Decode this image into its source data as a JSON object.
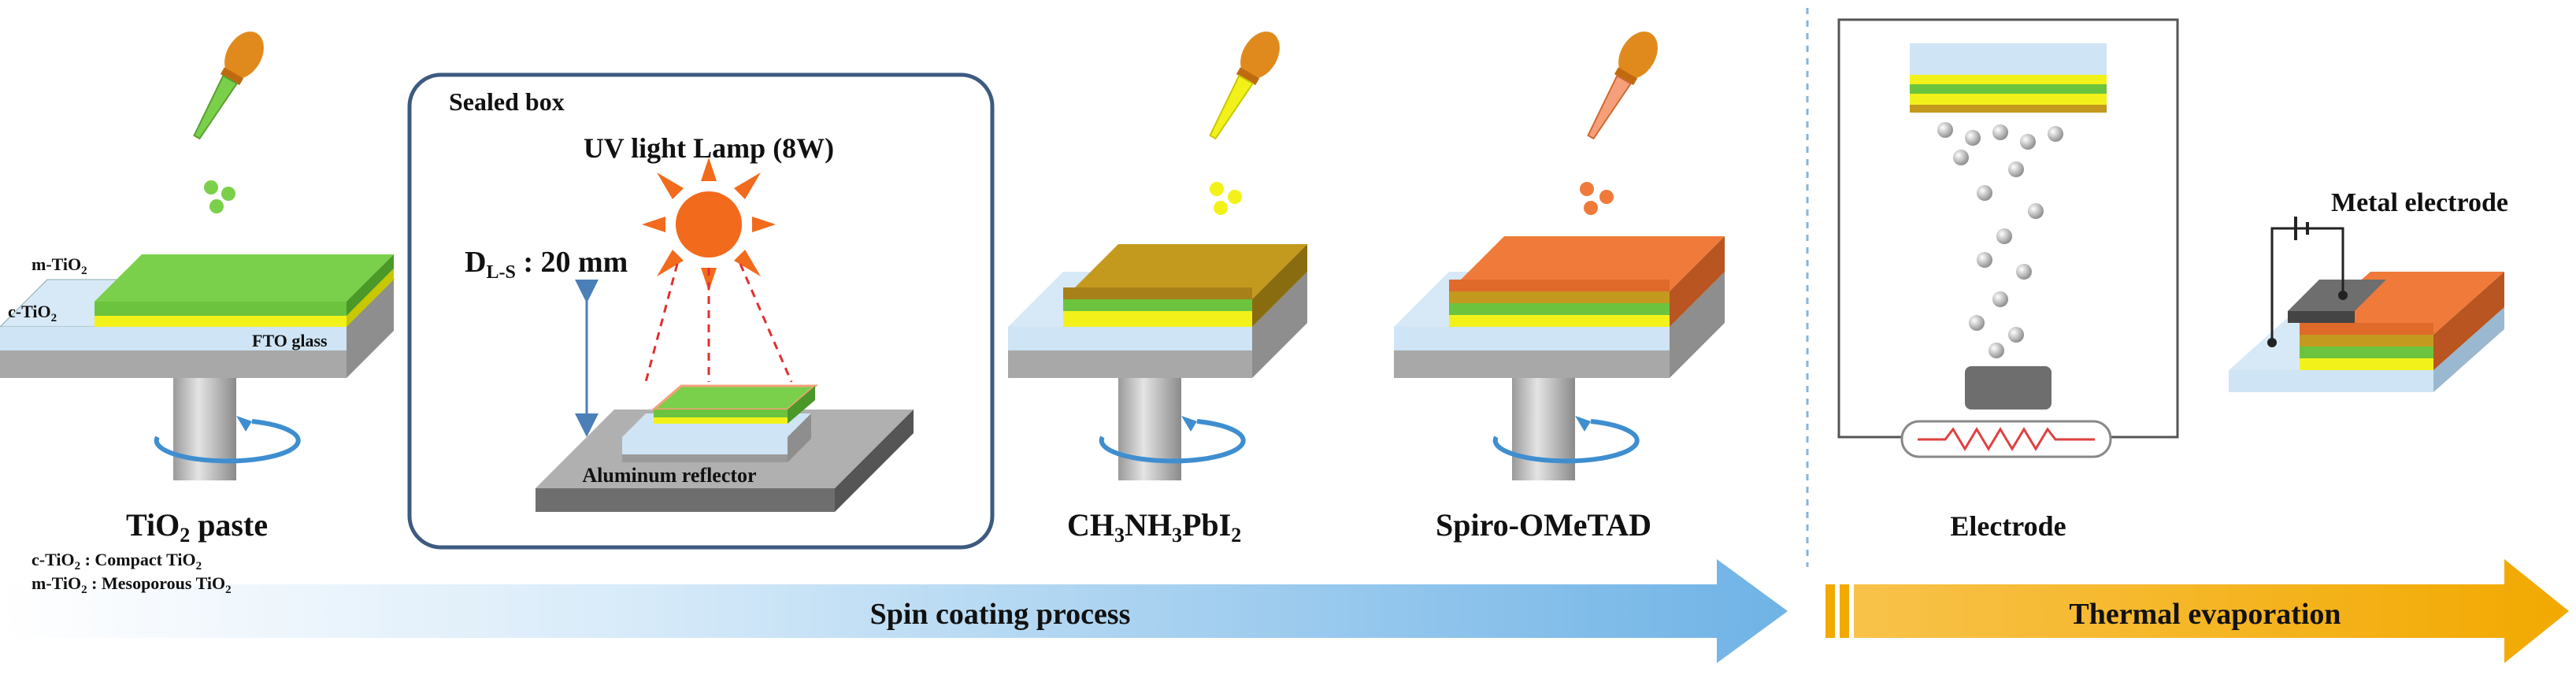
{
  "labels": {
    "m_tio2": "m-TiO",
    "c_tio2": "c-TiO",
    "fto_glass": "FTO glass",
    "tio2_paste_main": "TiO",
    "tio2_paste_suffix": " paste",
    "legend_c_main": "c-TiO",
    "legend_c_prefix_full": "c-TiO",
    "legend_c_desc": " : Compact TiO",
    "legend_m_prefix": "m-TiO",
    "legend_m_desc": " : Mesoporous TiO",
    "subscript_2": "2",
    "sealed_box": "Sealed box",
    "uv_lamp": "UV light Lamp (8W)",
    "dls_main": "D",
    "dls_sub": "L-S",
    "dls_value": " : 20 mm",
    "aluminum_reflector": "Aluminum reflector",
    "perovskite_ch3": "CH",
    "perovskite_nh3": "NH",
    "perovskite_pbi": "PbI",
    "sub_3": "3",
    "spiro": "Spiro-OMeTAD",
    "electrode": "Electrode",
    "metal_electrode": "Metal electrode",
    "spin_coating_process": "Spin coating process",
    "thermal_evaporation": "Thermal evaporation"
  },
  "colors": {
    "mtio2_green": "#7ad04a",
    "ctio2_yellow": "#f2f21a",
    "fto_light_blue": "#cfe4f4",
    "glass_grey": "#a8a8a8",
    "perovskite_brown": "#c49a1e",
    "spiro_orange": "#f07a3a",
    "metal_grey": "#6e6e6e",
    "sun_orange": "#f26a1b",
    "spin_arrow_blue": "#7ab8e0",
    "thermal_arrow_gold": "#f5b400",
    "box_border": "#3d5a80",
    "heater_red": "#e04040"
  },
  "icons": [
    "dropper-icon",
    "sun-icon",
    "spin-arrow-icon",
    "resistor-icon",
    "battery-icon"
  ]
}
